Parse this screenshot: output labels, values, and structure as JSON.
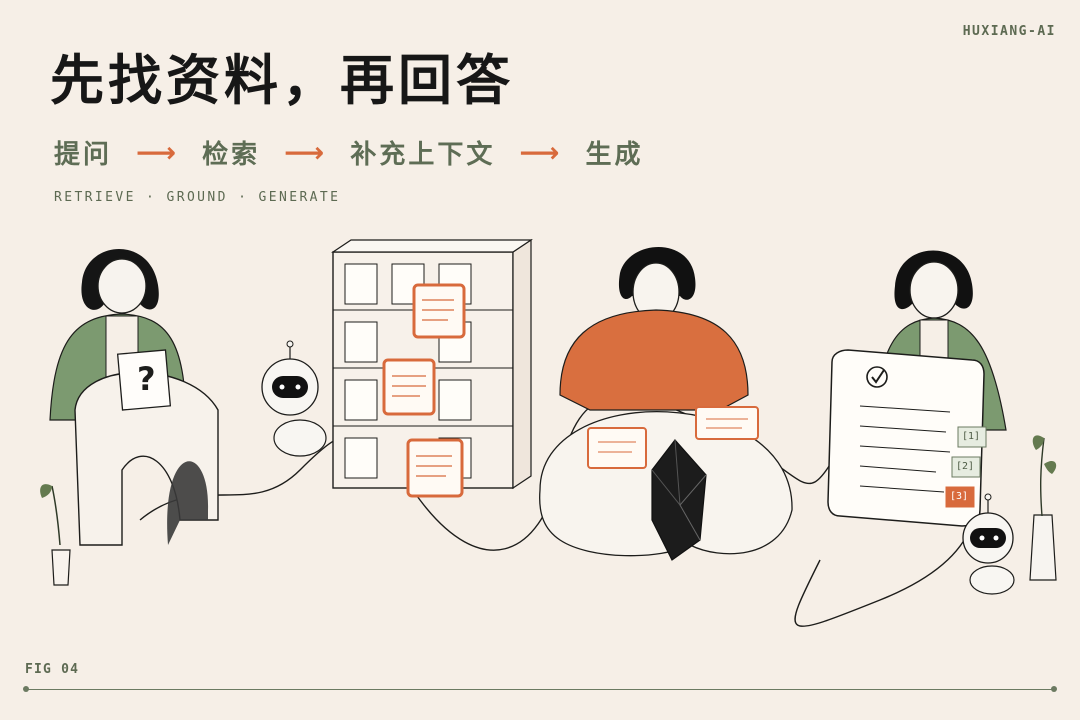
{
  "brand": "HUXIANG-AI",
  "title": "先找资料，再回答",
  "flow": {
    "steps": [
      "提问",
      "检索",
      "补充上下文",
      "生成"
    ],
    "arrow": "⟶"
  },
  "subtitle": "RETRIEVE · GROUND · GENERATE",
  "figure_label": "FIG 04",
  "question_mark": "?",
  "references": [
    "[1]",
    "[2]",
    "[3]"
  ],
  "colors": {
    "background": "#f6efe7",
    "accent": "#d86a3c",
    "green": "#5e6d55",
    "ink": "#1d1d1b"
  },
  "icons": [
    "question-card-icon",
    "magnifier-icon",
    "robot-icon",
    "crystal-icon",
    "checkmark-icon",
    "plant-icon"
  ]
}
